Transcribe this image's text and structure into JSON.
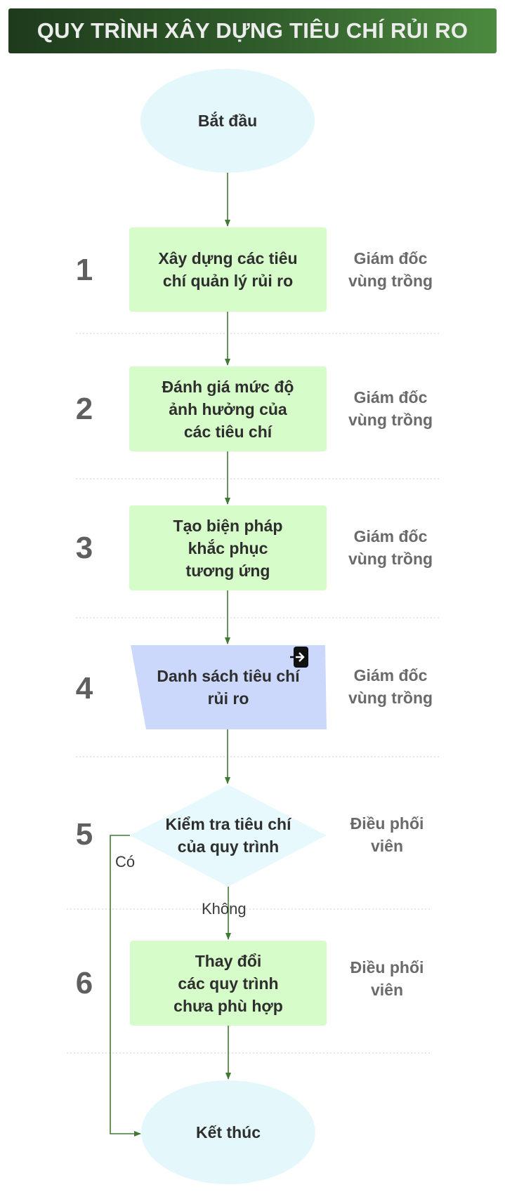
{
  "title": "QUY TRÌNH XÂY DỰNG TIÊU CHÍ RỦI RO",
  "nodes": {
    "start": "Bắt đầu",
    "step1": "Xây dựng các tiêu\nchí quản lý rủi ro",
    "step2": "Đánh giá mức độ\nảnh hưởng của\ncác tiêu chí",
    "step3": "Tạo biện pháp\nkhắc phục\ntương ứng",
    "step4": "Danh sách tiêu chí\nrủi ro",
    "step5": "Kiểm tra tiêu chí\ncủa quy trình",
    "step6": "Thay đổi\ncác quy trình\nchưa phù hợp",
    "end": "Kết thúc"
  },
  "numbers": [
    "1",
    "2",
    "3",
    "4",
    "5",
    "6"
  ],
  "roles": {
    "r1": "Giám đốc\nvùng trồng",
    "r2": "Giám đốc\nvùng trồng",
    "r3": "Giám đốc\nvùng trồng",
    "r4": "Giám đốc\nvùng trồng",
    "r5": "Điều phối\nviên",
    "r6": "Điều phối\nviên"
  },
  "labels": {
    "yes": "Có",
    "no": "Không"
  },
  "icons": {
    "step4": "external-input-icon"
  },
  "colors": {
    "header_dark": "#1e3b1c",
    "header_light": "#4c8a3f",
    "terminal": "#e4f8fc",
    "process": "#d6fcc9",
    "data": "#cbd8fb",
    "decision": "#e7f9fd",
    "connector": "#3f7a34"
  }
}
